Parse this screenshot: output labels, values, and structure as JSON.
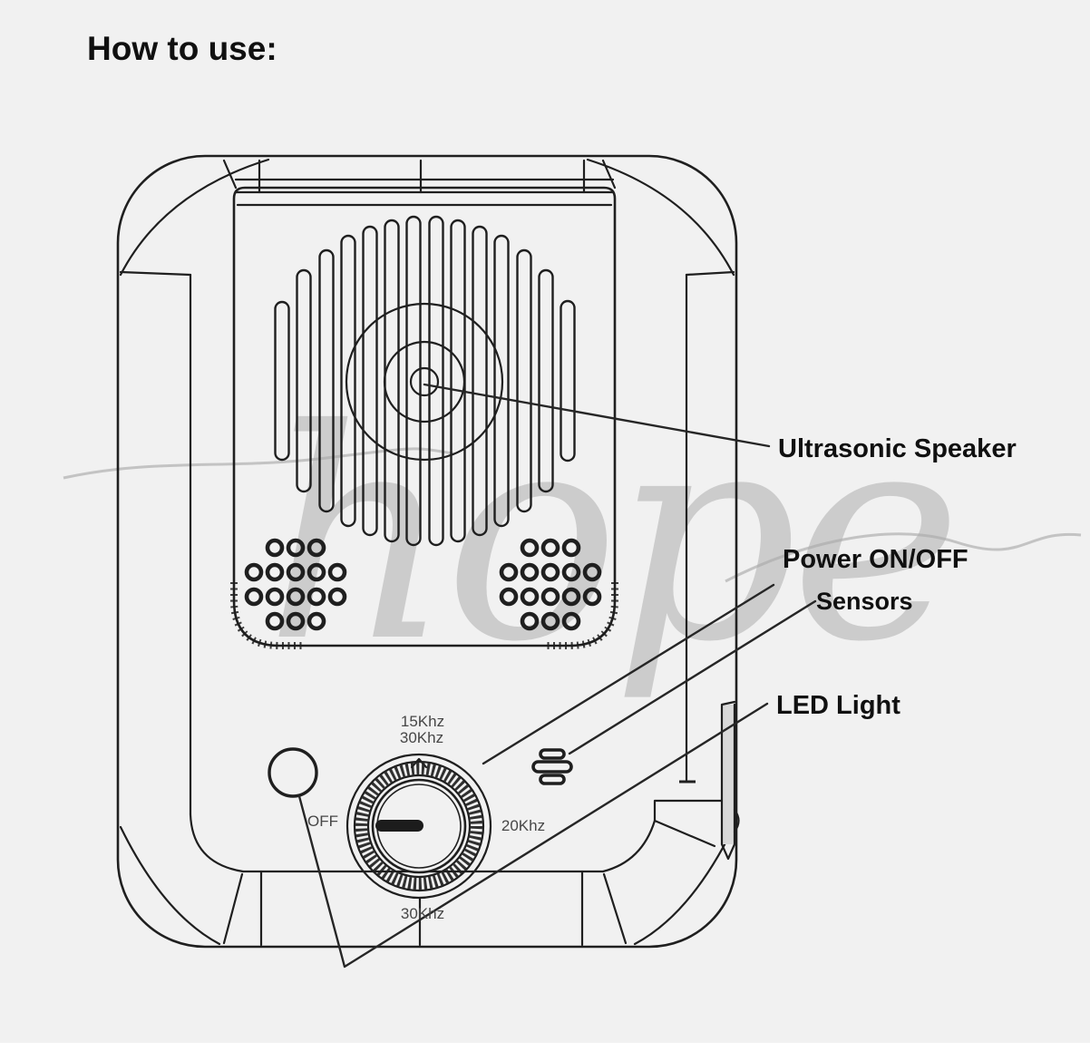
{
  "page": {
    "background": "#f1f1f1",
    "ink_color": "#1f1f1f",
    "watermark_color": "#ababab",
    "bottom_strip_color": "#ffffff"
  },
  "title": "How to use:",
  "watermark": "hope",
  "callouts": {
    "ultrasonic_speaker": "Ultrasonic Speaker",
    "power": "Power ON/OFF",
    "sensors": "Sensors",
    "led": "LED Light"
  },
  "dial": {
    "top_line1": "15Khz",
    "top_line2": "30Khz",
    "left": "OFF",
    "right": "20Khz",
    "bottom": "30Khz"
  }
}
